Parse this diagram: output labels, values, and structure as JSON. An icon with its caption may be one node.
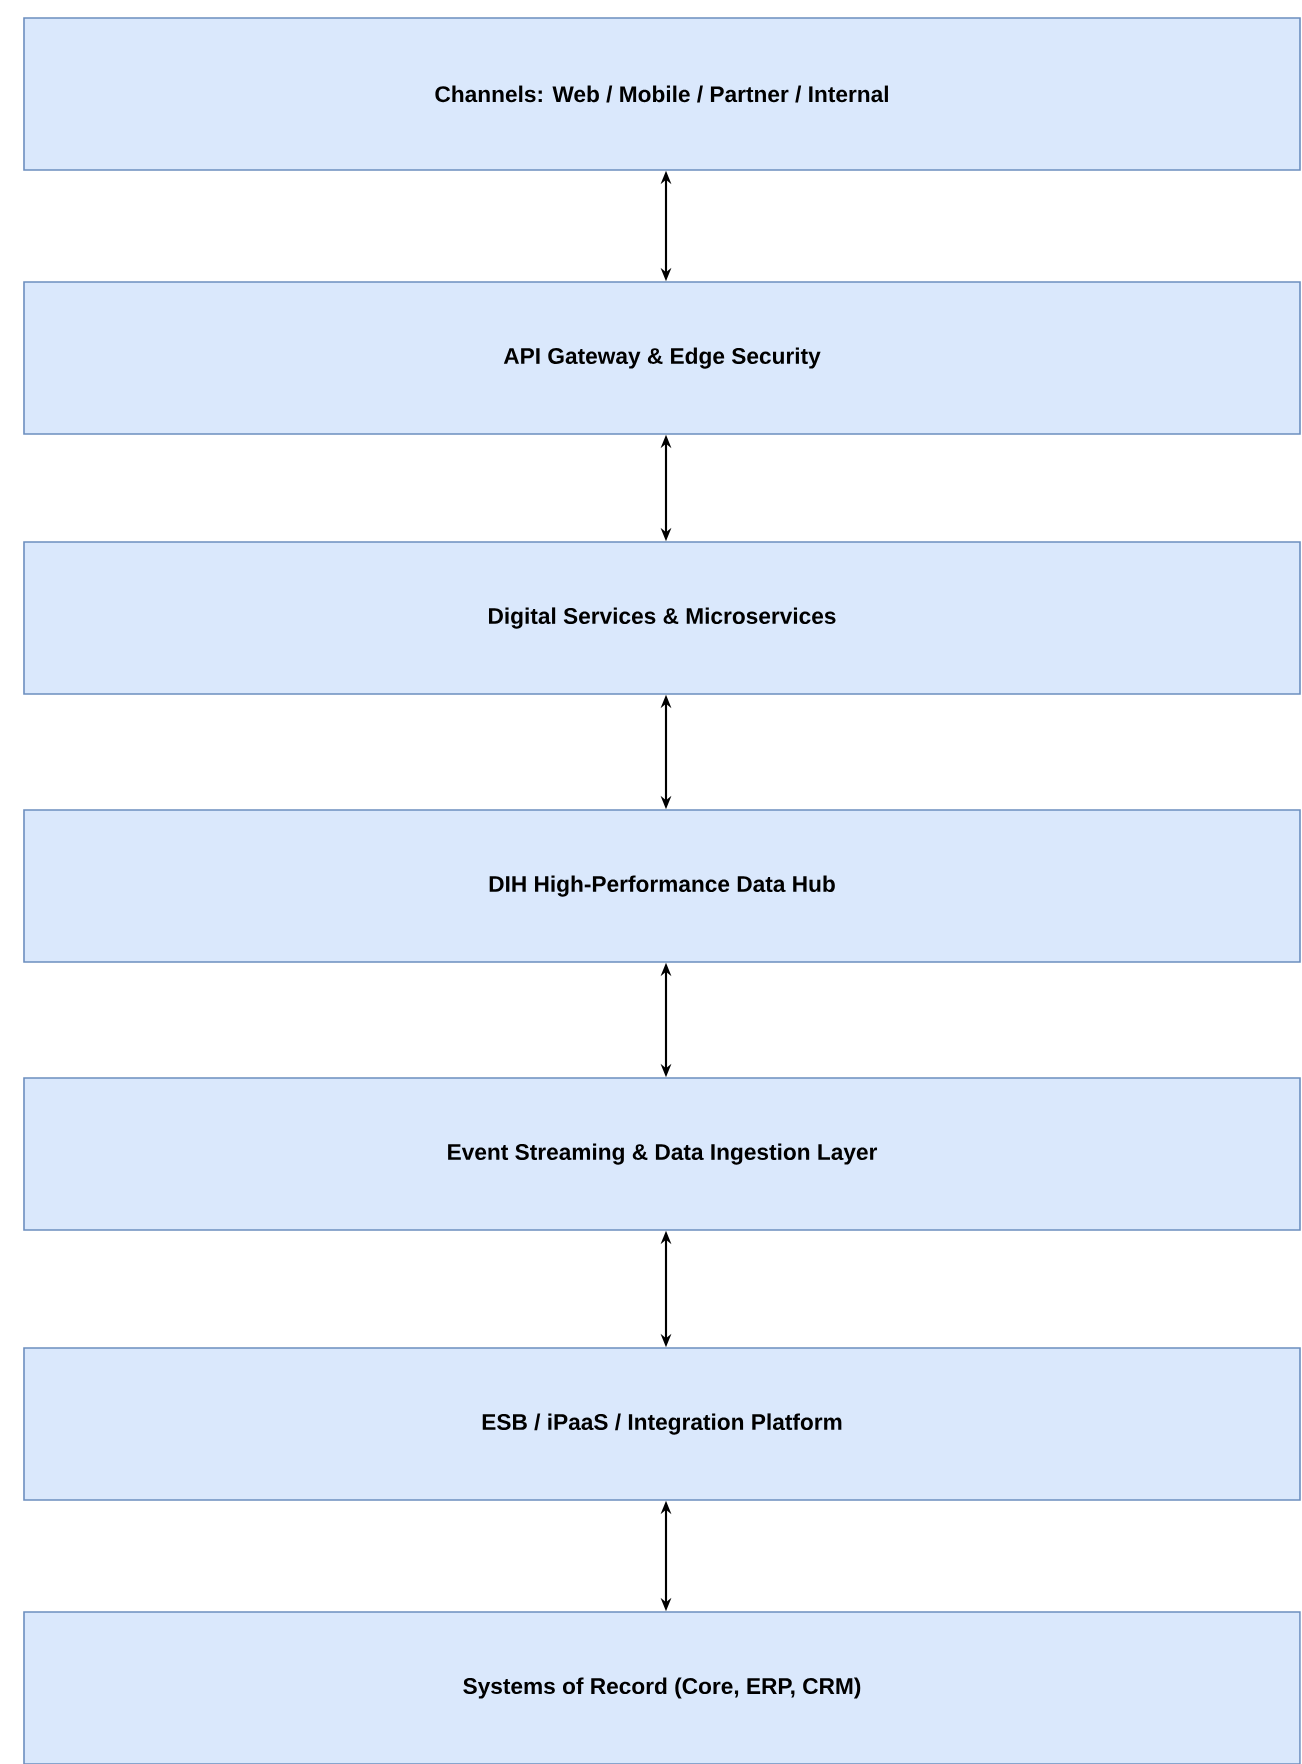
{
  "diagram": {
    "nodes": [
      {
        "text": [
          "Channels: Web / Mobile / Partner / Internal"
        ]
      },
      {
        "text": [
          "API Gateway & Edge Security"
        ]
      },
      {
        "text": [
          "Digital Services & Microservices"
        ]
      },
      {
        "text": [
          "DIH High-Performance Data Hub"
        ]
      },
      {
        "text": [
          "Event Streaming & Data Ingestion Layer"
        ]
      },
      {
        "text": [
          "ESB / iPaaS / Integration Platform"
        ]
      },
      {
        "text": [
          "Systems of Record (Core, ERP, CRM)"
        ]
      }
    ],
    "edges": [
      {
        "from": 0,
        "to": 1,
        "arrow": "both"
      },
      {
        "from": 1,
        "to": 2,
        "arrow": "both"
      },
      {
        "from": 2,
        "to": 3,
        "arrow": "both"
      },
      {
        "from": 3,
        "to": 4,
        "arrow": "both"
      },
      {
        "from": 4,
        "to": 5,
        "arrow": "both"
      },
      {
        "from": 5,
        "to": 6,
        "arrow": "both"
      }
    ]
  }
}
